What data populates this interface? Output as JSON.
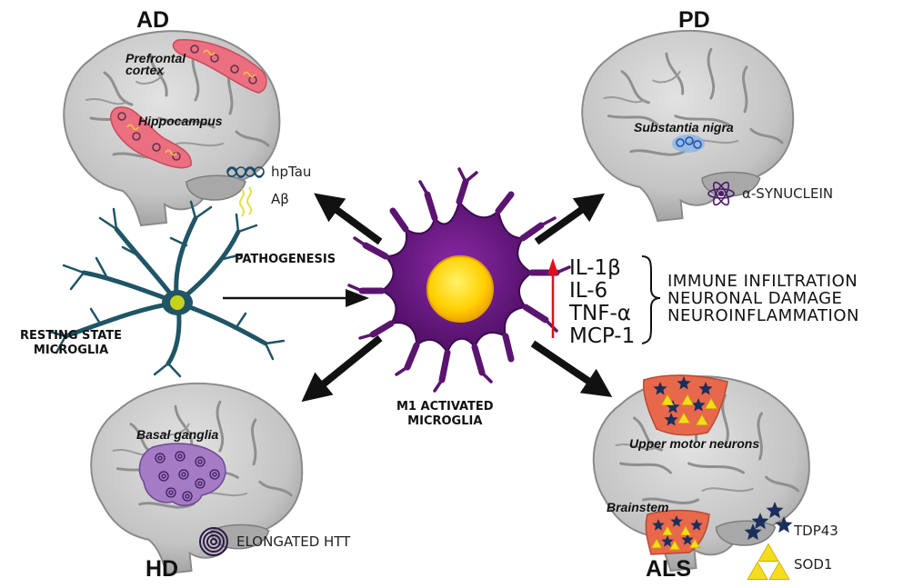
{
  "diseases": {
    "ad": "AD",
    "pd": "PD",
    "hd": "HD",
    "als": "ALS"
  },
  "regions": {
    "prefrontal": "Prefrontal\ncortex",
    "hippocampus": "Hippocampus",
    "substantia": "Substantia nigra",
    "basal": "Basal ganglia",
    "upper_motor": "Upper motor neurons",
    "brainstem": "Brainstem"
  },
  "legend": {
    "hptau": "hpTau",
    "abeta": "Aβ",
    "synuclein": "α-SYNUCLEIN",
    "htt": "ELONGATED HTT",
    "tdp43": "TDP43",
    "sod1": "SOD1"
  },
  "center": {
    "pathogenesis": "PATHOGENESIS",
    "resting": "RESTING STATE\nMICROGLIA",
    "activated": "M1 ACTIVATED\nMICROGLIA"
  },
  "cytokines": [
    "IL-1β",
    "IL-6",
    "TNF-α",
    "MCP-1"
  ],
  "outcomes": [
    "IMMUNE INFILTRATION",
    "NEURONAL DAMAGE",
    "NEUROINFLAMMATION"
  ],
  "colors": {
    "brain": "#c9c9c9",
    "brain_dark": "#8e8e8e",
    "lesion": "#ec6f7f",
    "als_region": "#e8684c",
    "microglia_activated": "#5b1570",
    "microglia_nucleus": "#ffd400",
    "resting_microglia": "#1f5566",
    "star": "#1b2f5c",
    "triangle": "#f4dd1c",
    "up_arrow": "#e0101a"
  }
}
